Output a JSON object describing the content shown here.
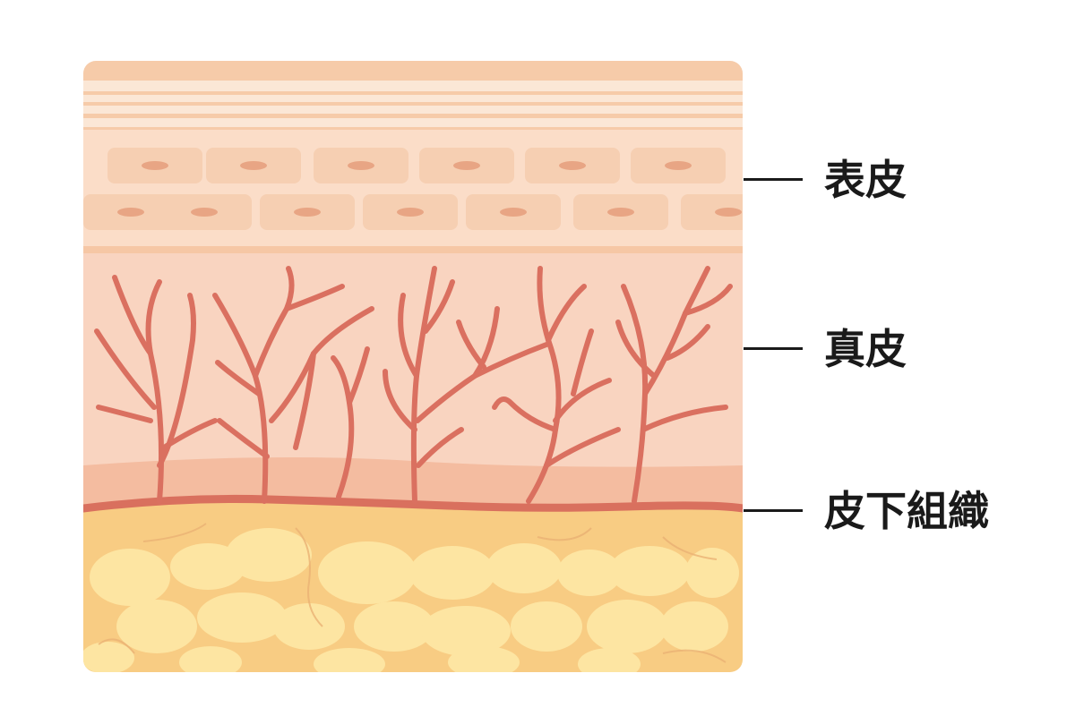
{
  "labels": {
    "epidermis": "表皮",
    "dermis": "真皮",
    "subcutis": "皮下組織"
  },
  "colors": {
    "background": "#ffffff",
    "stratum_corneum": "#f7caa8",
    "epidermis_light": "#fbe6d5",
    "epidermis_cells": "#f6cfb2",
    "cell_nucleus": "#e8a584",
    "dermis": "#f9d3bf",
    "dermis_deep": "#f2b697",
    "blood_vessel": "#db705d",
    "fat_matrix": "#f8cc83",
    "fat_cell": "#fde5a2",
    "label_text": "#1a1a1a"
  },
  "icons": {
    "blood_vessels": "branching-capillary-icon",
    "fat_cells": "fat-lobule-icon"
  }
}
